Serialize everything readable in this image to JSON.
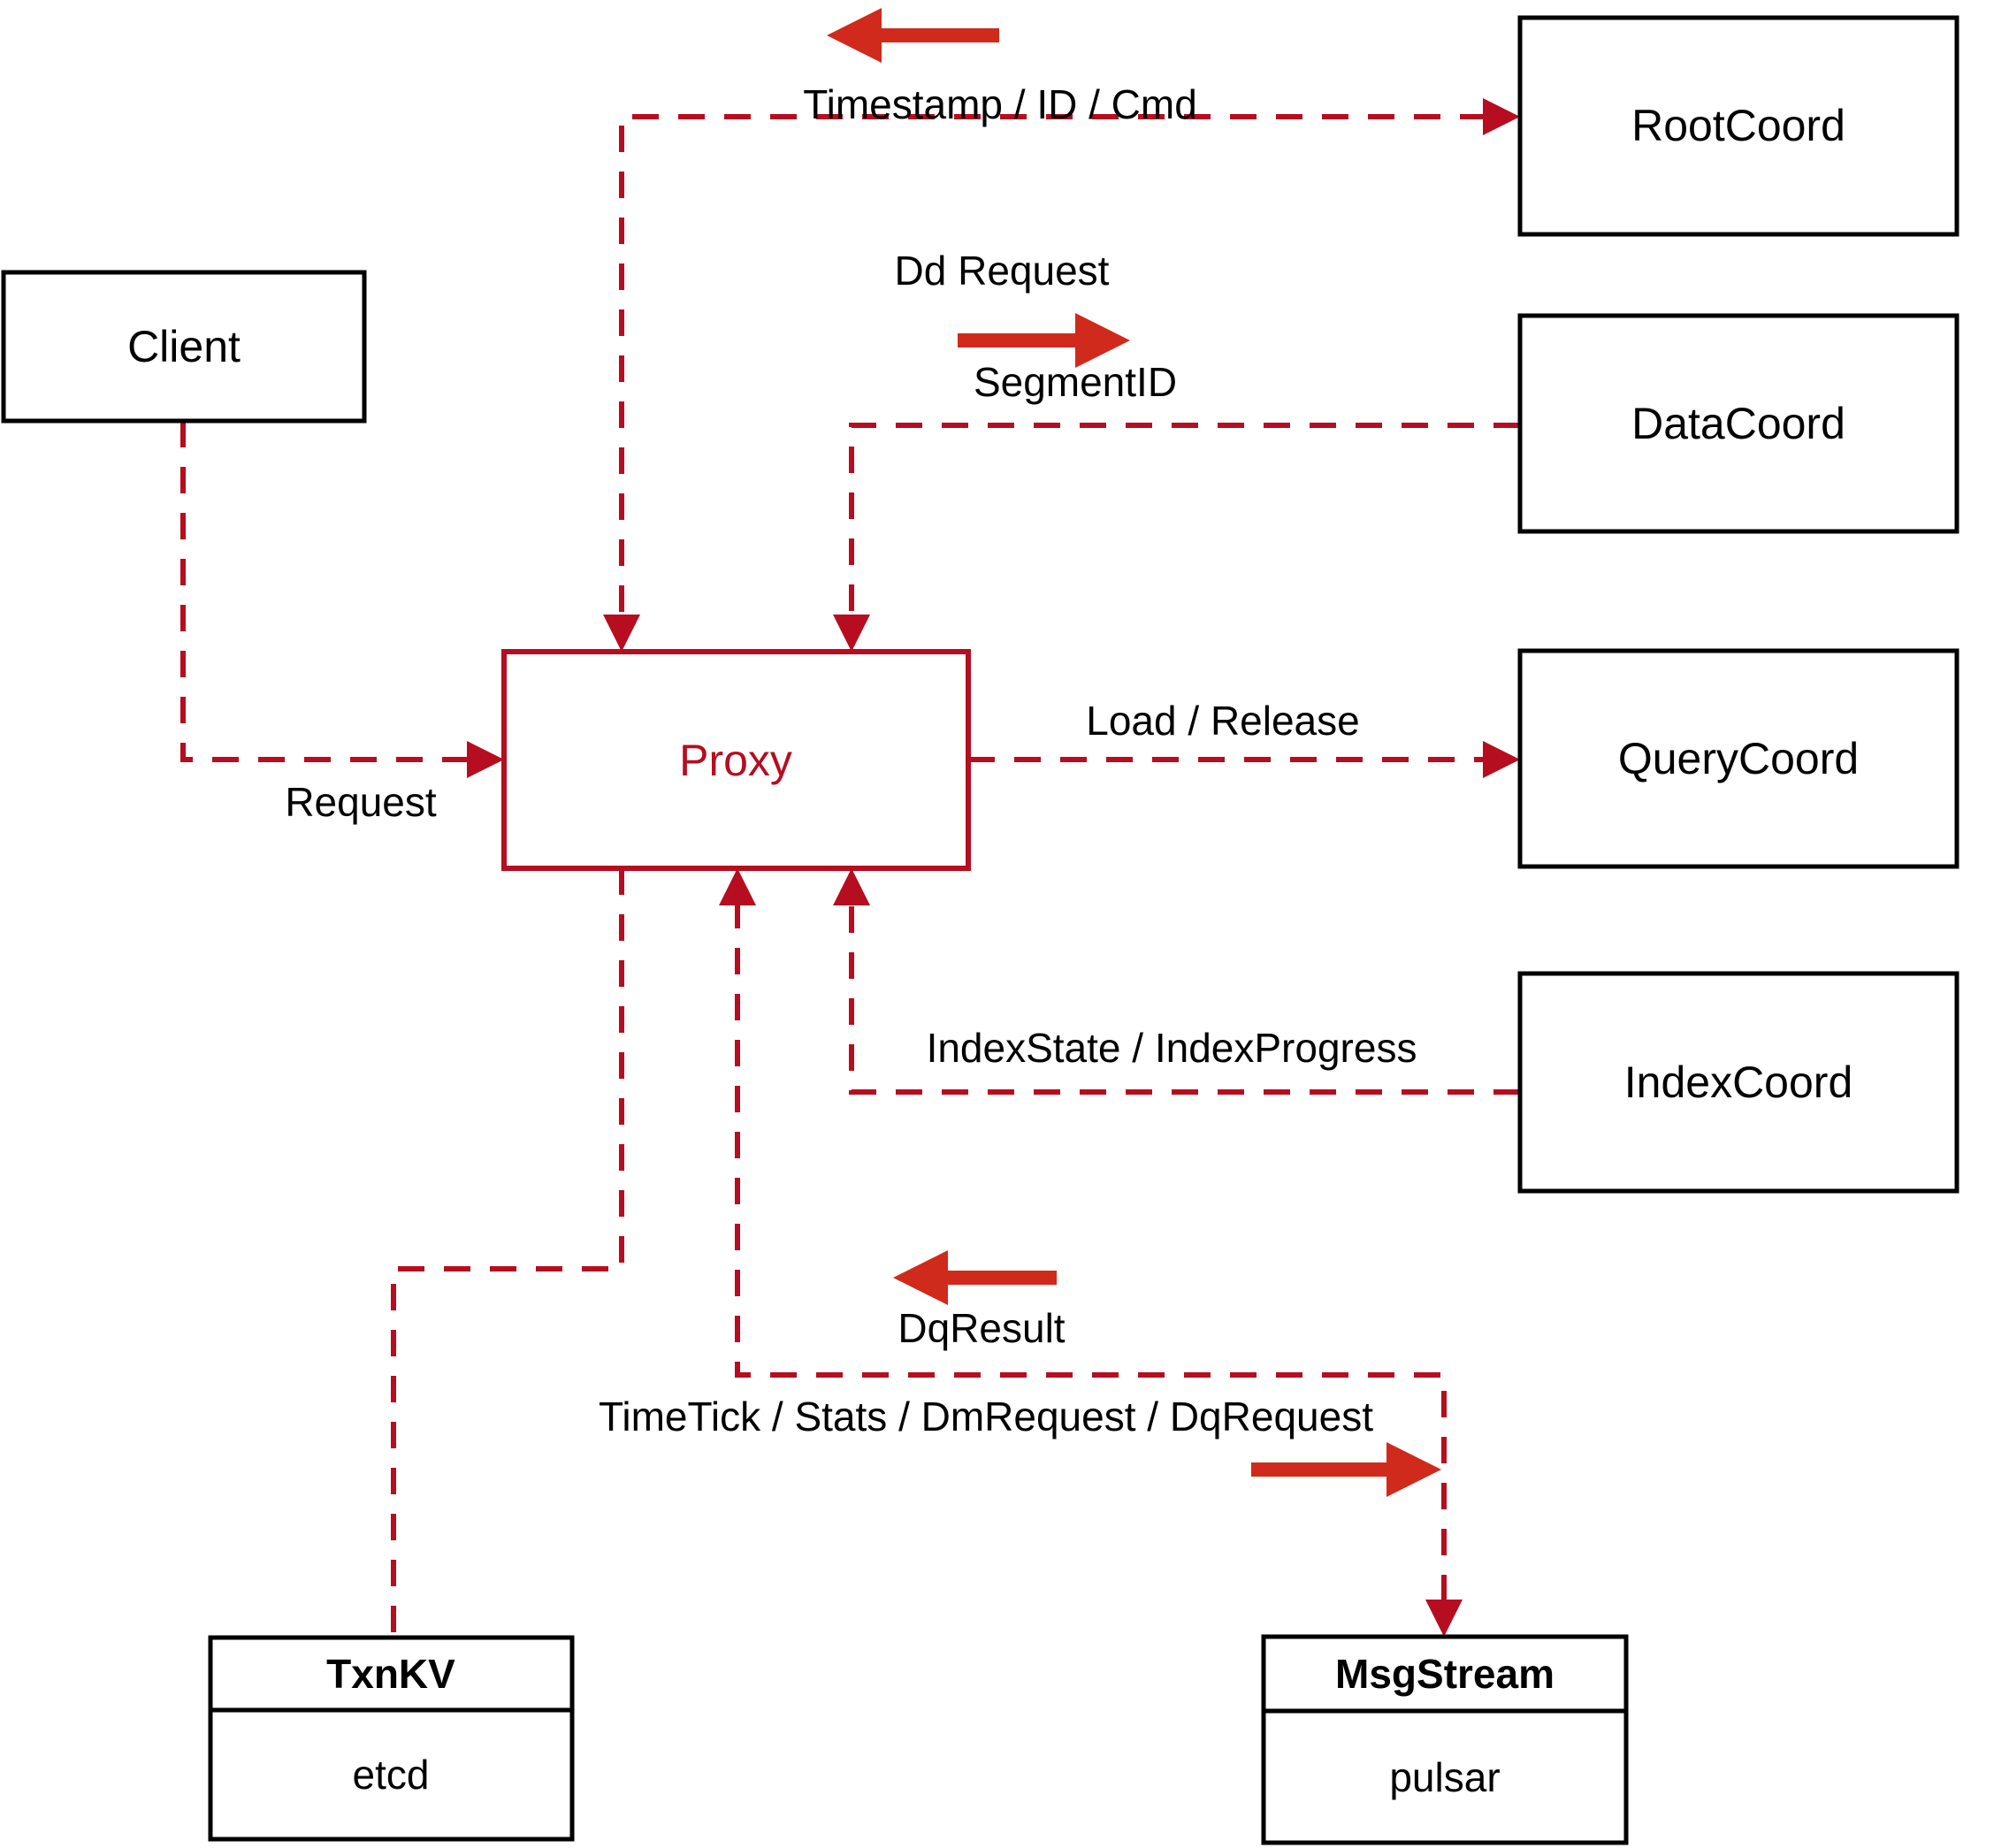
{
  "colors": {
    "line_red": "#b60d20",
    "arrow_red": "#cf2a1c",
    "box_border": "#000000",
    "label_text": "#000000",
    "background": "#ffffff"
  },
  "nodes": {
    "client": {
      "label": "Client"
    },
    "proxy": {
      "label": "Proxy"
    },
    "root_coord": {
      "label": "RootCoord"
    },
    "data_coord": {
      "label": "DataCoord"
    },
    "query_coord": {
      "label": "QueryCoord"
    },
    "index_coord": {
      "label": "IndexCoord"
    },
    "txn_kv": {
      "title": "TxnKV",
      "subtitle": "etcd"
    },
    "msg_stream": {
      "title": "MsgStream",
      "subtitle": "pulsar"
    }
  },
  "edges": {
    "client_to_proxy": {
      "label": "Request"
    },
    "proxy_rootcoord": {
      "label_up": "Timestamp / ID / Cmd",
      "label_down": "Dd Request"
    },
    "datacoord_to_proxy": {
      "label": "SegmentID"
    },
    "proxy_to_querycoord": {
      "label": "Load / Release"
    },
    "indexcoord_to_proxy": {
      "label": "IndexState / IndexProgress"
    },
    "proxy_msgstream": {
      "label_up": "DqResult",
      "label_down": "TimeTick / Stats / DmRequest / DqRequest"
    }
  }
}
